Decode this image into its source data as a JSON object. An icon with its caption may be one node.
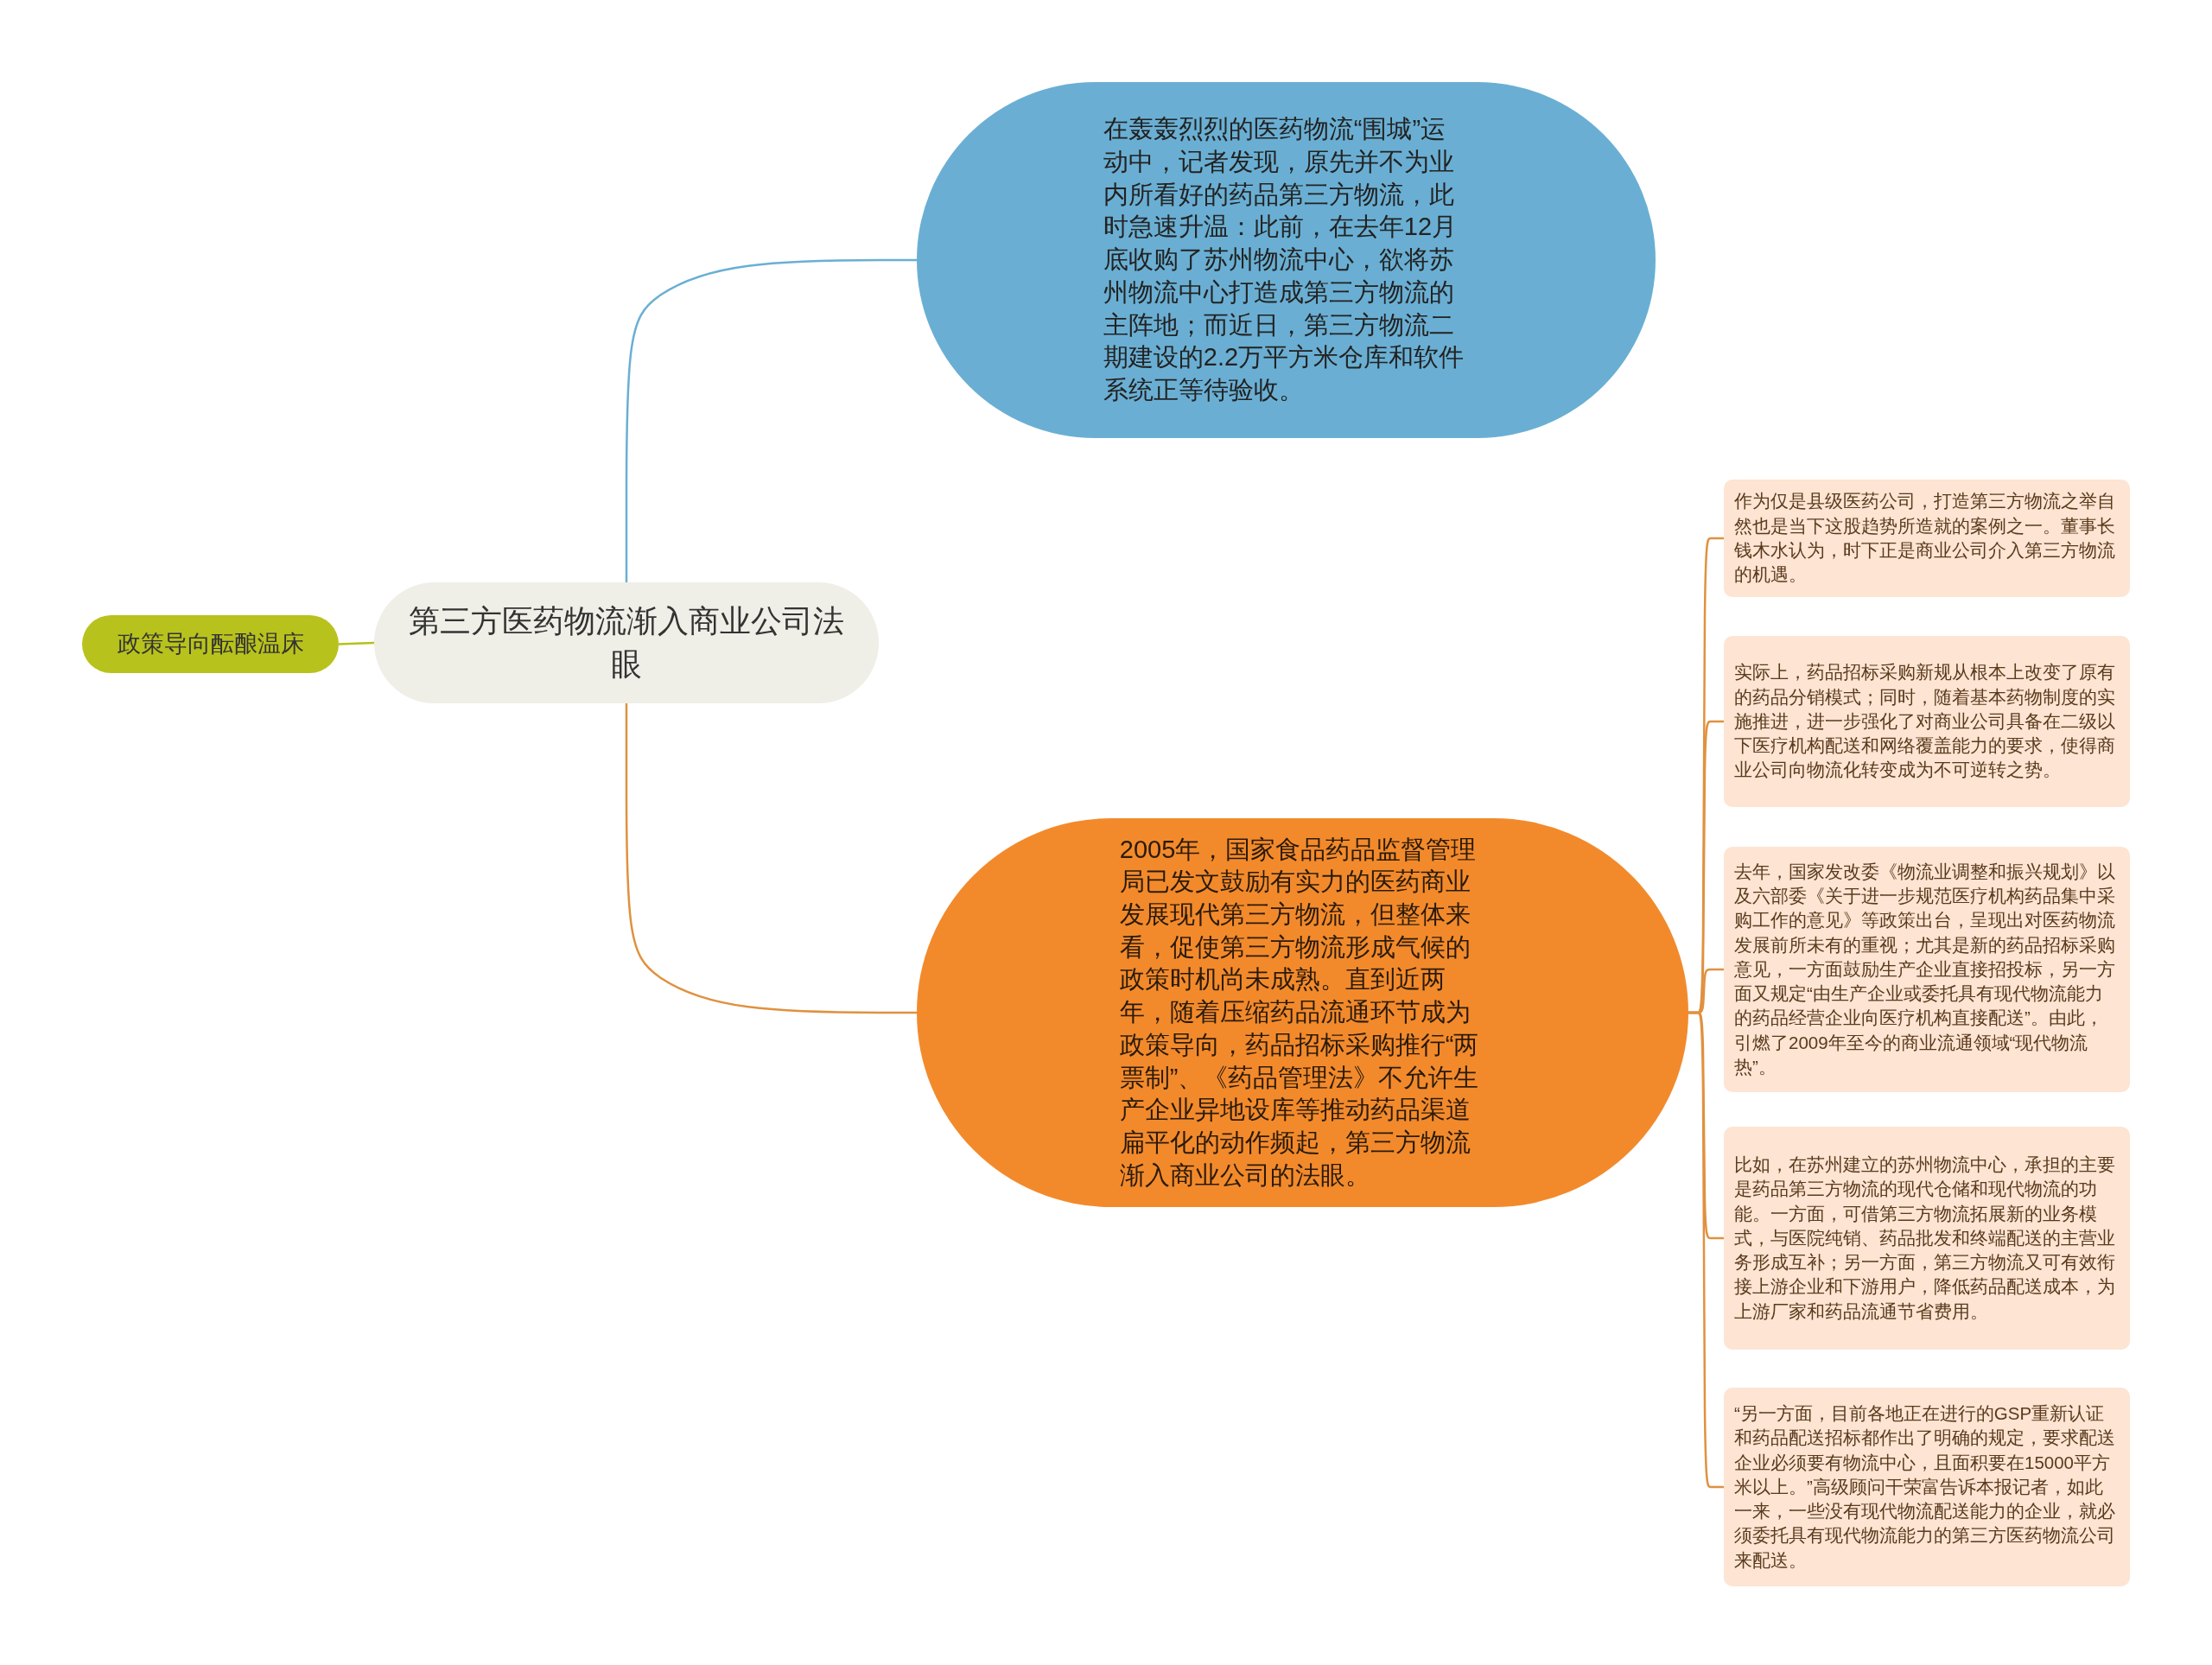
{
  "diagram": {
    "nodes": [
      {
        "text": [
          "第三方医药物流渐入商业公司法眼"
        ]
      },
      {
        "text": [
          "在轰轰烈烈的医药物流“围城”运动中，记者发现，原先并不为业内所看好的药品第三方物流，此时急速升温：此前，在去年12月底收购了苏州物流中心，欲将苏州物流中心打造成第三方物流的主阵地；而近日，第三方物流二期建设的2.2万平方米仓库和软件系统正等待验收。"
        ]
      },
      {
        "text": [
          "2005年，国家食品药品监督管理局已发文鼓励有实力的医药商业发展现代第三方物流，但整体来看，促使第三方物流形成气候的政策时机尚未成熟。直到近两年，随着压缩药品流通环节成为政策导向，药品招标采购推行“两票制”、《药品管理法》不允许生产企业异地设库等推动药品渠道扁平化的动作频起，第三方物流渐入商业公司的法眼。"
        ]
      },
      {
        "text": [
          "作为仅是县级医药公司，打造第三方物流之举自然也是当下这股趋势所造就的案例之一。董事长钱木水认为，时下正是商业公司介入第三方物流的机遇。"
        ]
      },
      {
        "text": [
          "实际上，药品招标采购新规从根本上改变了原有的药品分销模式；同时，随着基本药物制度的实施推进，进一步强化了对商业公司具备在二级以下医疗机构配送和网络覆盖能力的要求，使得商业公司向物流化转变成为不可逆转之势。"
        ]
      },
      {
        "text": [
          "去年，国家发改委《物流业调整和振兴规划》以及六部委《关于进一步规范医疗机构药品集中采购工作的意见》等政策出台，呈现出对医药物流发展前所未有的重视；尤其是新的药品招标采购意见，一方面鼓励生产企业直接招投标，另一方面又规定“由生产企业或委托具有现代物流能力的药品经营企业向医疗机构直接配送”。由此，引燃了2009年至今的商业流通领域“现代物流热”。"
        ]
      },
      {
        "text": [
          "比如，在苏州建立的苏州物流中心，承担的主要是药品第三方物流的现代仓储和现代物流的功能。一方面，可借第三方物流拓展新的业务模式，与医院纯销、药品批发和终端配送的主营业务形成互补；另一方面，第三方物流又可有效衔接上游企业和下游用户，降低药品配送成本，为上游厂家和药品流通节省费用。"
        ]
      },
      {
        "text": [
          "“另一方面，目前各地正在进行的GSP重新认证和药品配送招标都作出了明确的规定，要求配送企业必须要有物流中心，且面积要在15000平方米以上。”高级顾问干荣富告诉本报记者，如此一来，一些没有现代物流配送能力的企业，就必须委托具有现代物流能力的第三方医药物流公司来配送。"
        ]
      },
      {
        "text": [
          "政策导向酝酿温床"
        ]
      }
    ],
    "edges": [
      {
        "from": 0,
        "to": 1,
        "arrow": "none",
        "color": "#6aafd3"
      },
      {
        "from": 0,
        "to": 2,
        "arrow": "none"
      },
      {
        "from": 2,
        "to": 3,
        "arrow": "none"
      },
      {
        "from": 2,
        "to": 4,
        "arrow": "none"
      },
      {
        "from": 2,
        "to": 5,
        "arrow": "none"
      },
      {
        "from": 2,
        "to": 6,
        "arrow": "none"
      },
      {
        "from": 2,
        "to": 7,
        "arrow": "none"
      },
      {
        "from": 0,
        "to": 8,
        "arrow": "none",
        "color": "#b5c11a"
      }
    ]
  }
}
